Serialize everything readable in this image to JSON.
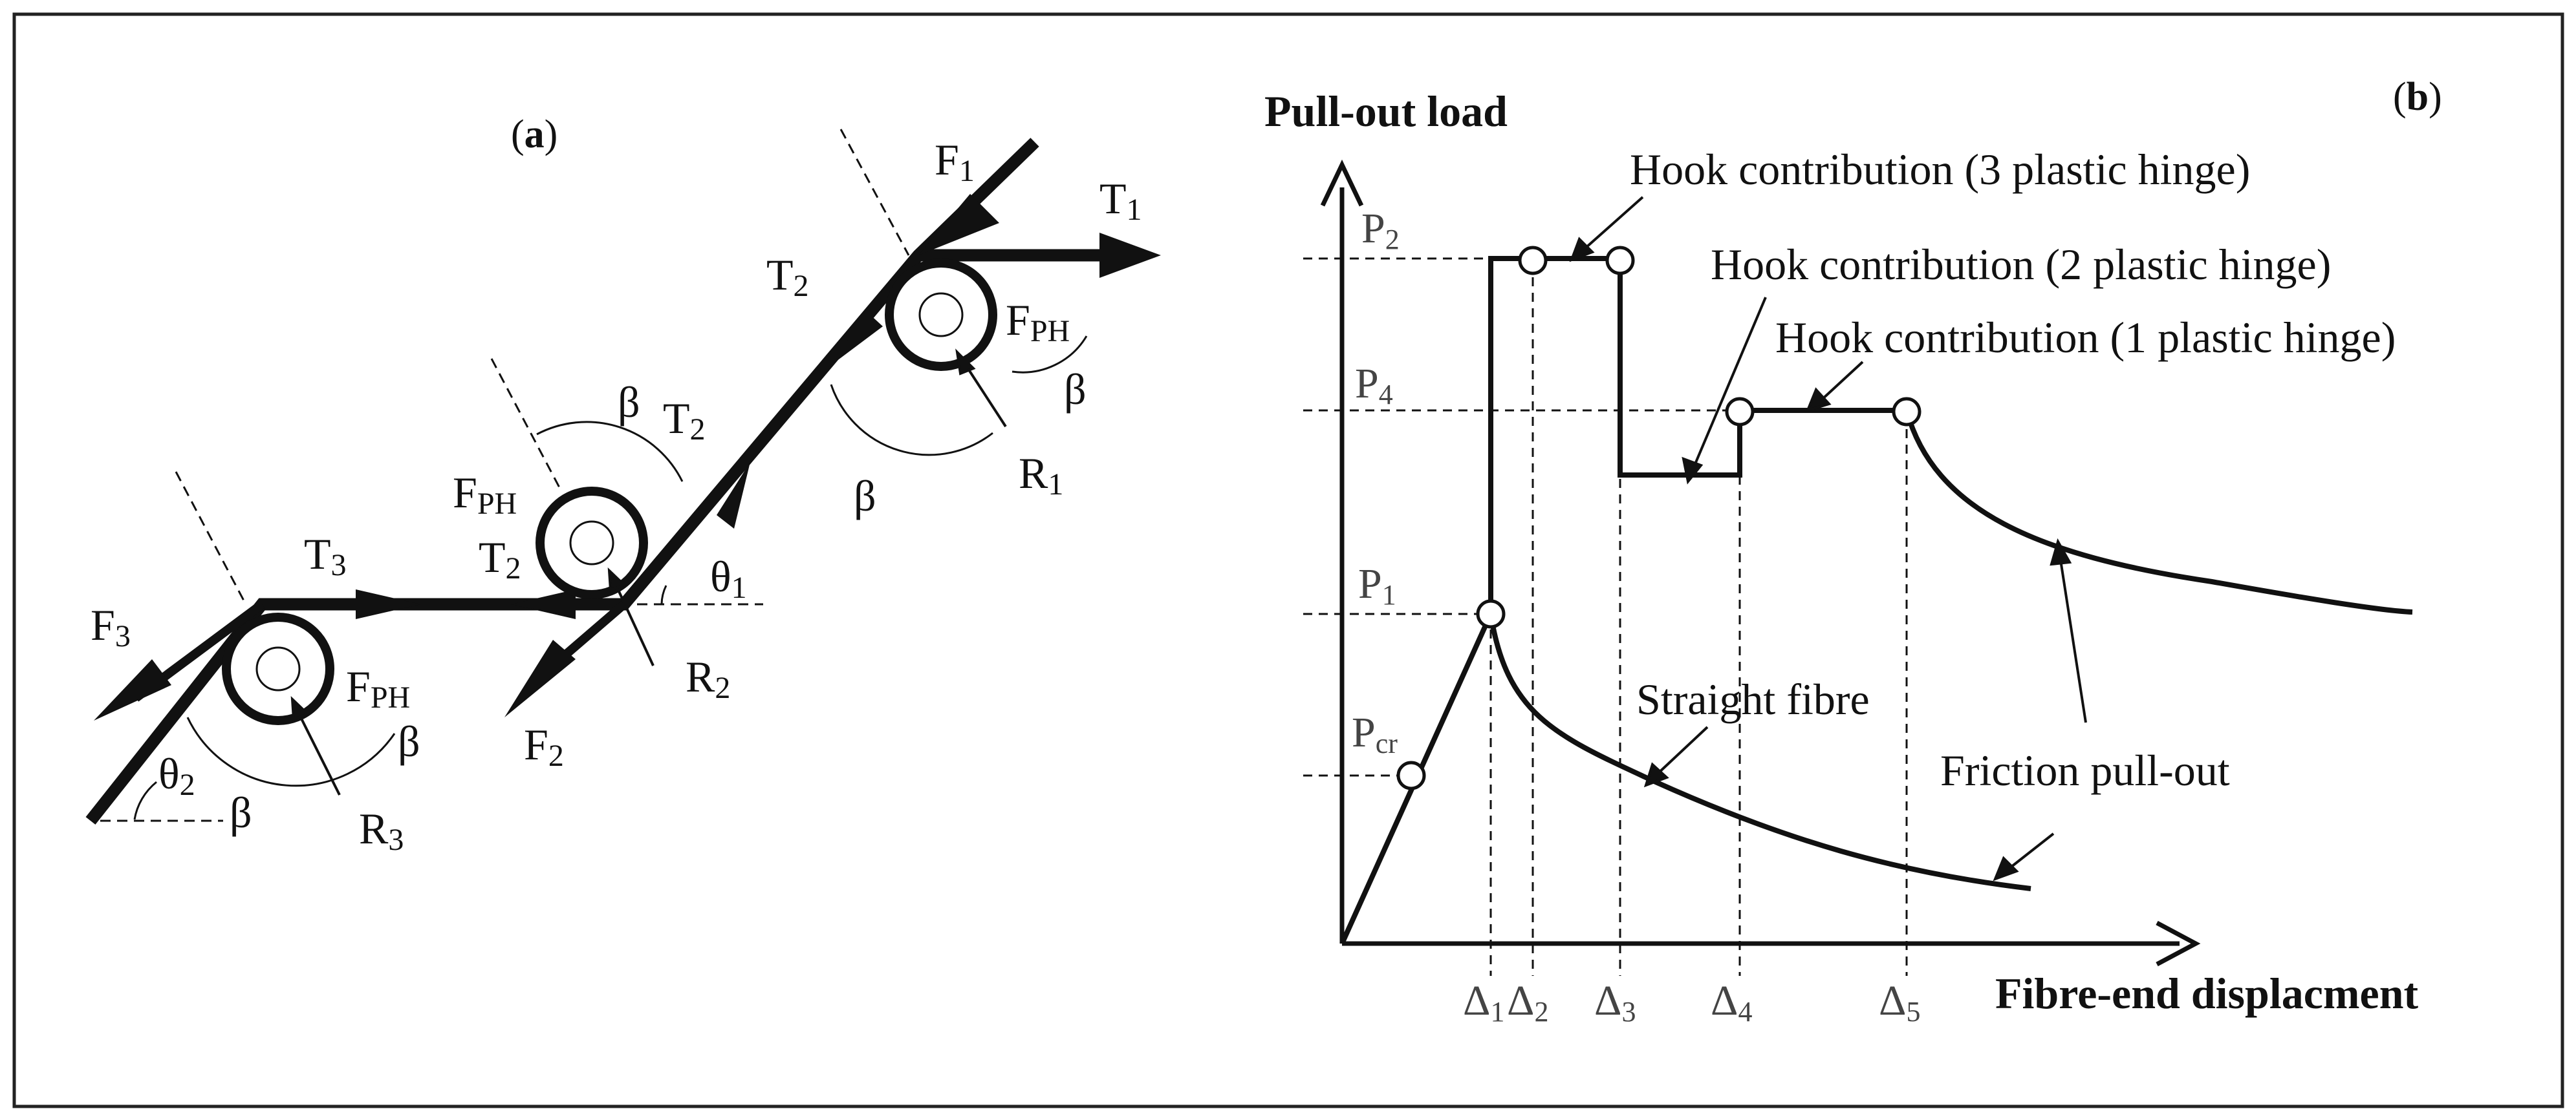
{
  "panel_a": {
    "tag_open": "(",
    "tag_letter": "a",
    "tag_close": ")",
    "labels": {
      "F1": {
        "base": "F",
        "sub": "1"
      },
      "T1": {
        "base": "T",
        "sub": "1"
      },
      "T2_top": {
        "base": "T",
        "sub": "2"
      },
      "T2_mid": {
        "base": "T",
        "sub": "2"
      },
      "T2_left": {
        "base": "T",
        "sub": "2"
      },
      "T3": {
        "base": "T",
        "sub": "3"
      },
      "F2": {
        "base": "F",
        "sub": "2"
      },
      "F3": {
        "base": "F",
        "sub": "3"
      },
      "FPH_top": {
        "base": "F",
        "sub": "PH"
      },
      "FPH_mid": {
        "base": "F",
        "sub": "PH"
      },
      "FPH_low": {
        "base": "F",
        "sub": "PH"
      },
      "R1": {
        "base": "R",
        "sub": "1"
      },
      "R2": {
        "base": "R",
        "sub": "2"
      },
      "R3": {
        "base": "R",
        "sub": "3"
      },
      "theta1": {
        "base": "θ",
        "sub": "1"
      },
      "theta2": {
        "base": "θ",
        "sub": "2"
      },
      "beta": "β"
    }
  },
  "panel_b": {
    "tag_open": "(",
    "tag_letter": "b",
    "tag_close": ")",
    "y_axis_title": "Pull-out load",
    "x_axis_title": "Fibre-end displacment",
    "y_levels": [
      {
        "base": "P",
        "sub": "2"
      },
      {
        "base": "P",
        "sub": "4"
      },
      {
        "base": "P",
        "sub": "1"
      },
      {
        "base": "P",
        "sub": "cr"
      }
    ],
    "x_marks": [
      {
        "base": "Δ",
        "sub": "1"
      },
      {
        "base": "Δ",
        "sub": "2"
      },
      {
        "base": "Δ",
        "sub": "3"
      },
      {
        "base": "Δ",
        "sub": "4"
      },
      {
        "base": "Δ",
        "sub": "5"
      }
    ],
    "callouts": {
      "hook3": "Hook contribution (3 plastic hinge)",
      "hook2": "Hook contribution (2 plastic hinge)",
      "hook1": "Hook contribution (1 plastic hinge)",
      "straight": "Straight fibre",
      "friction": "Friction pull-out"
    }
  },
  "colors": {
    "ink": "#111111",
    "frame": "#222222",
    "tick_text": "#444444"
  }
}
